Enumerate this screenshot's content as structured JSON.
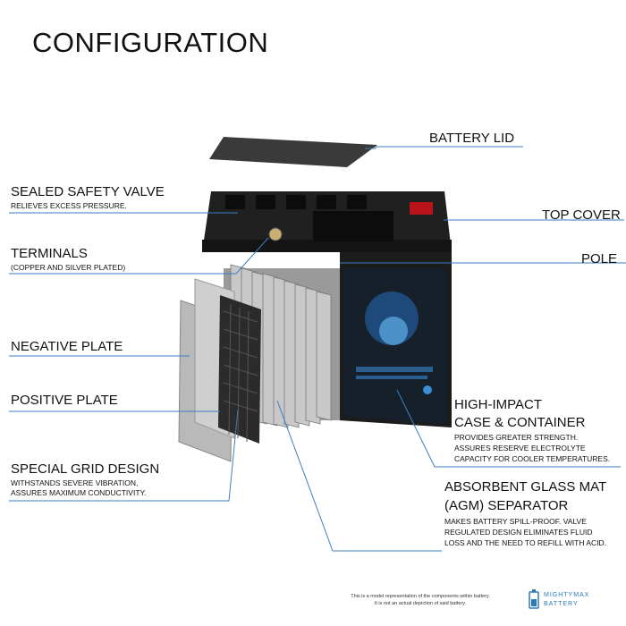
{
  "title": "CONFIGURATION",
  "labels": {
    "battery_lid": "BATTERY LID",
    "top_cover": "TOP COVER",
    "pole": "POLE",
    "safety_valve": "SEALED SAFETY VALVE",
    "safety_valve_sub": "RELIEVES EXCESS PRESSURE.",
    "terminals": "TERMINALS",
    "terminals_sub": "(COPPER AND SILVER PLATED)",
    "negative_plate": "NEGATIVE PLATE",
    "positive_plate": "POSITIVE PLATE",
    "grid_design": "SPECIAL GRID DESIGN",
    "grid_design_sub1": "WITHSTANDS SEVERE VIBRATION,",
    "grid_design_sub2": "ASSURES MAXIMUM CONDUCTIVITY.",
    "case_line1": "HIGH-IMPACT",
    "case_line2": "CASE & CONTAINER",
    "case_sub1": "PROVIDES GREATER STRENGTH.",
    "case_sub2": "ASSURES RESERVE ELECTROLYTE",
    "case_sub3": "CAPACITY FOR COOLER TEMPERATURES.",
    "agm_line1": "ABSORBENT GLASS MAT",
    "agm_line2": "(AGM) SEPARATOR",
    "agm_sub1": "MAKES BATTERY SPILL-PROOF. VALVE",
    "agm_sub2": "REGULATED DESIGN ELIMINATES FLUID",
    "agm_sub3": "LOSS AND THE NEED TO REFILL WITH ACID."
  },
  "footer": {
    "line1": "This is a model representation of the components within battery.",
    "line2": "It is not an actual depiction of said battery."
  },
  "logo": {
    "line1": "MIGHTYMAX",
    "line2": "BATTERY"
  },
  "colors": {
    "leader_line": "#3a7fc0",
    "battery_body": "#1c1c1c",
    "plate": "#b9b9b9"
  }
}
